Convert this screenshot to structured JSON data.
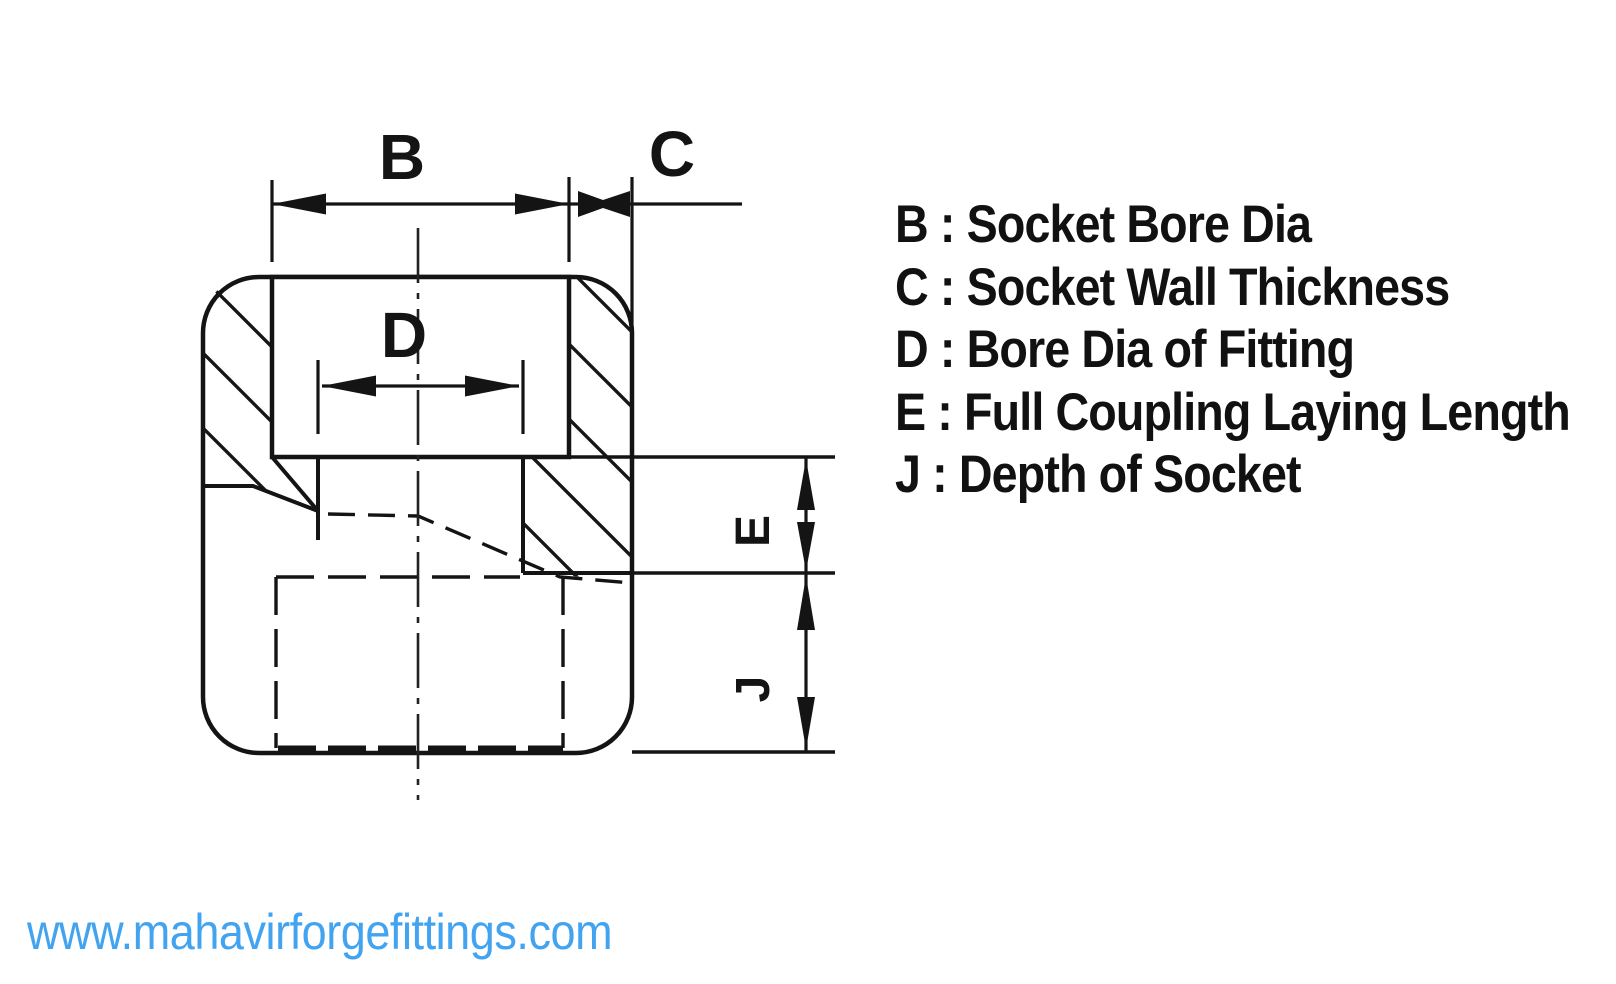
{
  "drawing": {
    "title": "socket-weld-full-coupling-section",
    "dim_labels": {
      "B": "B",
      "C": "C",
      "D": "D",
      "E": "E",
      "J": "J"
    }
  },
  "legend": {
    "items": [
      "B : Socket Bore Dia",
      "C : Socket Wall Thickness",
      "D : Bore Dia of Fitting",
      "E : Full Coupling Laying Length",
      "J : Depth of Socket"
    ]
  },
  "footer": {
    "website_url": "www.mahavirforgefittings.com"
  },
  "colors": {
    "line": "#161616",
    "text": "#111111",
    "url_blue": "#42a4f0",
    "background": "#ffffff"
  }
}
